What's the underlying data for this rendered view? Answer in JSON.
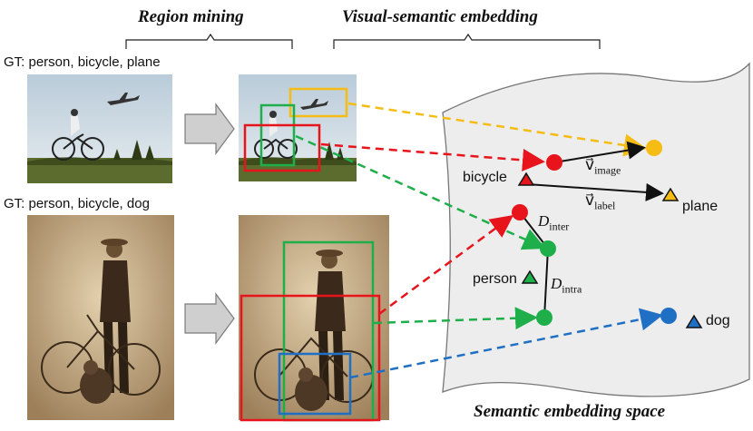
{
  "headings": {
    "region_mining": "Region mining",
    "visual_semantic": "Visual-semantic embedding",
    "space": "Semantic embedding space"
  },
  "gt": {
    "top": "GT: person, bicycle, plane",
    "bottom": "GT: person, bicycle, dog"
  },
  "labels": {
    "bicycle": "bicycle",
    "plane": "plane",
    "person": "person",
    "dog": "dog"
  },
  "math": {
    "v_symbol": "v⃗",
    "v_image_sub": "image",
    "v_label_sub": "label",
    "d_symbol": "D",
    "d_inter_sub": "inter",
    "d_intra_sub": "intra"
  },
  "colors": {
    "red": "#e8141c",
    "yellow": "#f5bc14",
    "green": "#1eaf4b",
    "blue": "#1f6fc4",
    "arrow_gray": "#bdbdbd",
    "sepia": "#c9b08a"
  }
}
